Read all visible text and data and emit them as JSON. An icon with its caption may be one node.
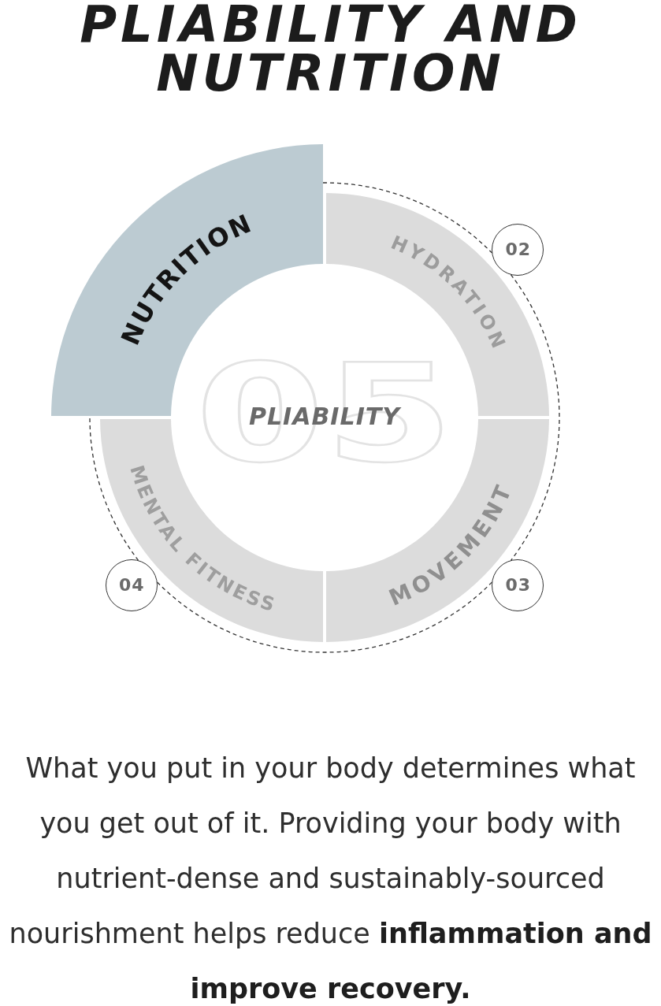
{
  "diagram": {
    "title": "PLIABILITY AND NUTRITION",
    "caption": "What you put in your body determines what you get out of it. Providing your body with nutrient-dense and sustainably-sourced nourishment helps reduce **inflammation and improve recovery.**",
    "nodes": [
      {
        "text": [
          "NUTRITION"
        ]
      },
      {
        "text": [
          "HYDRATION"
        ]
      },
      {
        "text": [
          "02"
        ]
      },
      {
        "text": [
          "MENTAL FITNESS"
        ]
      },
      {
        "text": [
          "MOVEMENT"
        ]
      },
      {
        "text": [
          "04"
        ]
      },
      {
        "text": [
          "03"
        ]
      }
    ],
    "edges": [
      {
        "from": 0,
        "to": 2,
        "arrow": "none",
        "style": "dashed"
      },
      {
        "from": 2,
        "to": 6,
        "arrow": "none",
        "style": "dashed"
      },
      {
        "from": 6,
        "to": 5,
        "arrow": "none",
        "style": "dashed"
      },
      {
        "from": 5,
        "to": 0,
        "arrow": "none",
        "style": "dashed"
      }
    ],
    "labels": [
      "05",
      "PLIABILITY"
    ]
  }
}
